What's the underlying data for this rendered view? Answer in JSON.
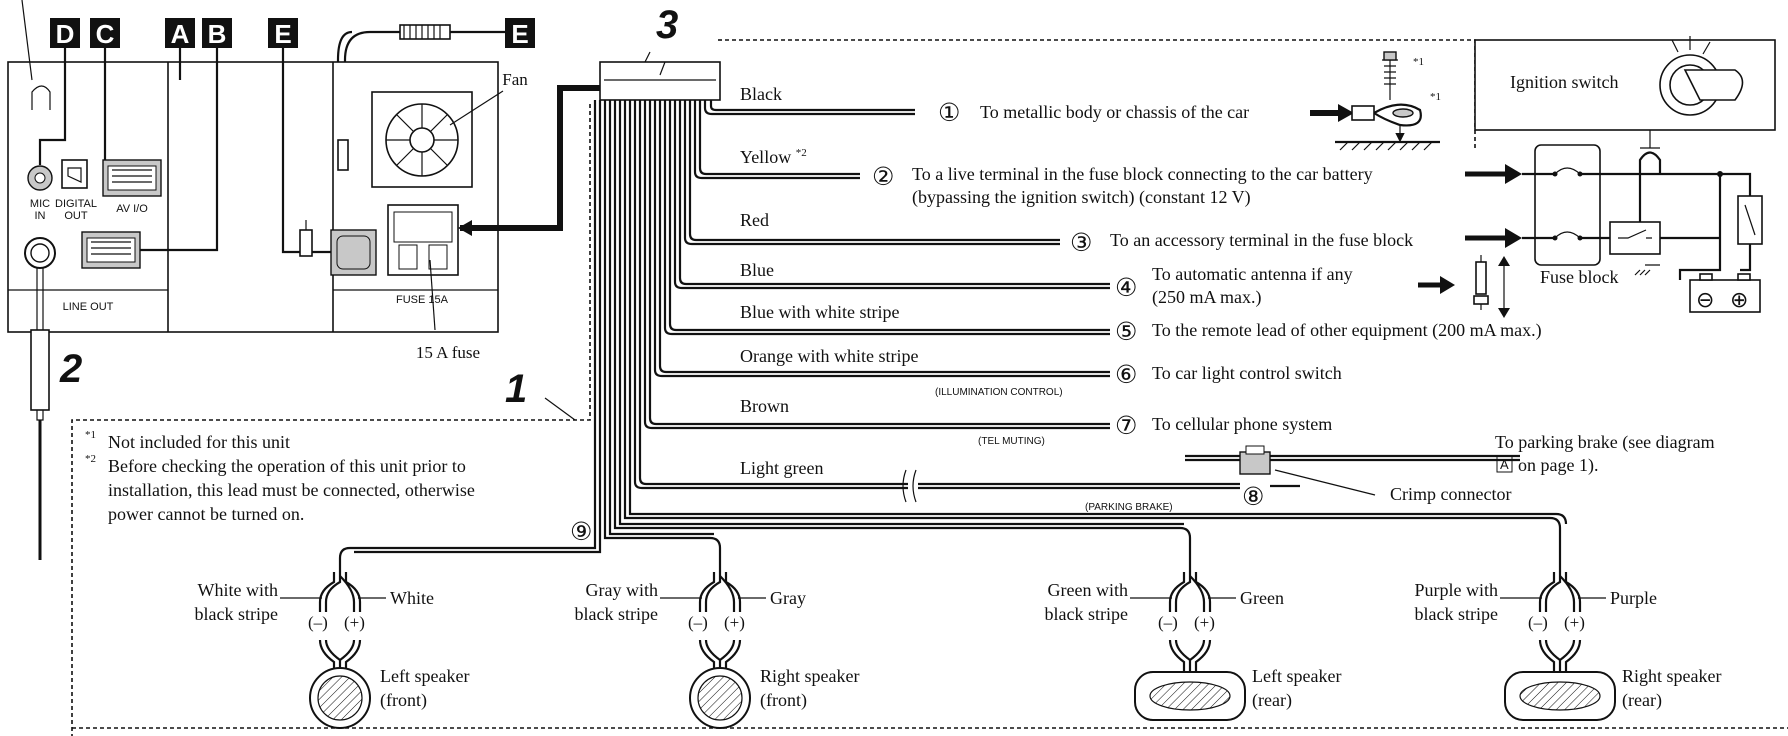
{
  "connector_letters": {
    "d": "D",
    "c": "C",
    "a": "A",
    "b": "B",
    "e1": "E",
    "e2": "E"
  },
  "callouts": {
    "n1": "1",
    "n2": "2",
    "n3": "3"
  },
  "unit_labels": {
    "fan": "Fan",
    "mic_in_1": "MIC",
    "mic_in_2": "IN",
    "digital_out_1": "DIGITAL",
    "digital_out_2": "OUT",
    "av_io": "AV I/O",
    "line_out": "LINE OUT",
    "fuse_rating": "FUSE 15A",
    "fuse_caption": "15 A fuse"
  },
  "wires": [
    {
      "num": "①",
      "color_label": "Black",
      "dest_line1": "To metallic body or chassis of the car"
    },
    {
      "num": "②",
      "color_label": "Yellow",
      "sup": "*2",
      "dest_line1": "To a live terminal in the fuse block connecting to the car battery",
      "dest_line2": "(bypassing the ignition switch) (constant 12 V)"
    },
    {
      "num": "③",
      "color_label": "Red",
      "dest_line1": "To an accessory terminal in the fuse block"
    },
    {
      "num": "④",
      "color_label": "Blue",
      "dest_line1": "To automatic antenna if any",
      "dest_line2": "(250 mA max.)"
    },
    {
      "num": "⑤",
      "color_label": "Blue with white stripe",
      "dest_line1": "To the remote lead of other equipment (200 mA max.)"
    },
    {
      "num": "⑥",
      "color_label": "Orange with white stripe",
      "sub": "(ILLUMINATION CONTROL)",
      "dest_line1": "To car light control switch"
    },
    {
      "num": "⑦",
      "color_label": "Brown",
      "sub": "(TEL MUTING)",
      "dest_line1": "To cellular phone system"
    },
    {
      "num": "⑧",
      "color_label": "Light green",
      "sub": "(PARKING BRAKE)"
    }
  ],
  "parking": {
    "line1": "To parking brake (see diagram",
    "boxed": "A",
    "line2": "on page 1).",
    "crimp": "Crimp connector"
  },
  "ground_sup": {
    "a": "*1",
    "b": "*1"
  },
  "ignition": {
    "switch": "Ignition switch",
    "fuse_block": "Fuse block",
    "minus": "⊖",
    "plus": "⊕"
  },
  "footnotes": {
    "n1_mark": "*1",
    "n1_text": "Not included for this unit",
    "n2_mark": "*2",
    "n2_line1": "Before checking the operation of this unit prior to",
    "n2_line2": "installation, this lead must be connected, otherwise",
    "n2_line3": "power cannot be turned on."
  },
  "num9": "⑨",
  "speakers": [
    {
      "neg_label_1": "White with",
      "neg_label_2": "black stripe",
      "pos_label": "White",
      "minus": "(–)",
      "plus": "(+)",
      "name_1": "Left speaker",
      "name_2": "(front)"
    },
    {
      "neg_label_1": "Gray with",
      "neg_label_2": "black stripe",
      "pos_label": "Gray",
      "minus": "(–)",
      "plus": "(+)",
      "name_1": "Right speaker",
      "name_2": "(front)"
    },
    {
      "neg_label_1": "Green with",
      "neg_label_2": "black stripe",
      "pos_label": "Green",
      "minus": "(–)",
      "plus": "(+)",
      "name_1": "Left speaker",
      "name_2": "(rear)"
    },
    {
      "neg_label_1": "Purple with",
      "neg_label_2": "black stripe",
      "pos_label": "Purple",
      "minus": "(–)",
      "plus": "(+)",
      "name_1": "Right speaker",
      "name_2": "(rear)"
    }
  ]
}
